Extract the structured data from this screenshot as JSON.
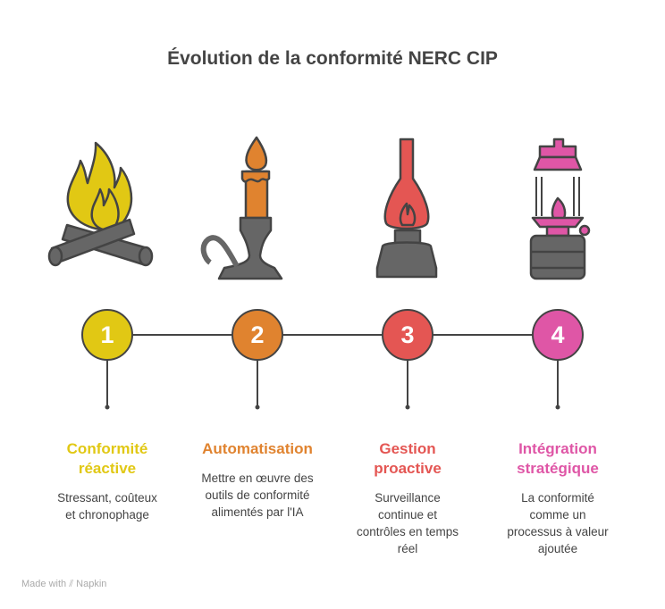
{
  "title": "Évolution de la conformité NERC CIP",
  "colors": {
    "step1": "#e1c814",
    "step2": "#e0832f",
    "step3": "#e45653",
    "step4": "#df56a6",
    "gray": "#666666",
    "outline": "#444444"
  },
  "steps": [
    {
      "number": "1",
      "title_line1": "Conformité",
      "title_line2": "réactive",
      "desc": [
        "Stressant, coûteux",
        "et chronophage"
      ],
      "icon": "campfire-icon"
    },
    {
      "number": "2",
      "title_line1": "Automatisation",
      "title_line2": "",
      "desc": [
        "Mettre en œuvre des",
        "outils de conformité",
        "alimentés par l'IA"
      ],
      "icon": "candle-icon"
    },
    {
      "number": "3",
      "title_line1": "Gestion",
      "title_line2": "proactive",
      "desc": [
        "Surveillance",
        "continue et",
        "contrôles en temps",
        "réel"
      ],
      "icon": "oil-lamp-icon"
    },
    {
      "number": "4",
      "title_line1": "Intégration",
      "title_line2": "stratégique",
      "desc": [
        "La conformité",
        "comme un",
        "processus à valeur",
        "ajoutée"
      ],
      "icon": "lantern-icon"
    }
  ],
  "footer": {
    "made_with": "Made with",
    "brand": "Napkin"
  }
}
